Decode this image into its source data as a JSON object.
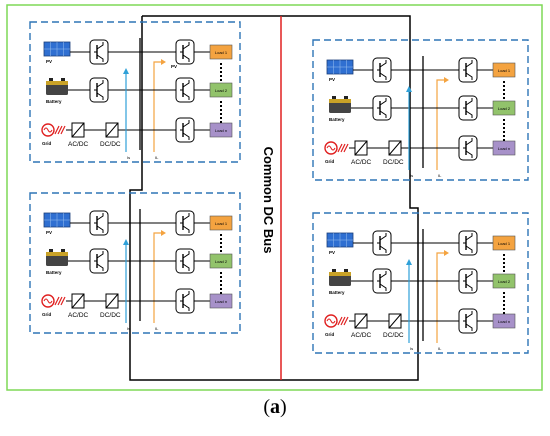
{
  "figure": {
    "bus_label": "Common DC Bus",
    "caption_open": "(",
    "caption_letter": "a",
    "caption_close": ")",
    "colors": {
      "outer_border": "#7ed957",
      "cluster_border": "#2e75b6",
      "bus_divider": "#e02020",
      "load_1": "#f4a340",
      "load_2": "#92c36b",
      "load_n": "#a791c9",
      "current_source": "#2fa0d8",
      "current_load": "#f4a340",
      "grid_symbol": "#e02020",
      "pv_panel": "#2f6fd1",
      "battery": "#444444"
    }
  },
  "clusters": [
    {
      "pv_label": "PV",
      "pv_label_bus": "PV",
      "battery_label": "Battery",
      "grid_label": "Grid",
      "acdc_label": "AC/DC",
      "dcdc_label": "DC/DC",
      "current_source_label": "Is",
      "current_load_label": "IL",
      "loads": [
        "Load 1",
        "Load 2",
        "Load n"
      ]
    },
    {
      "pv_label": "PV",
      "pv_label_bus": "",
      "battery_label": "Battery",
      "grid_label": "Grid",
      "acdc_label": "AC/DC",
      "dcdc_label": "DC/DC",
      "current_source_label": "Is",
      "current_load_label": "IL",
      "loads": [
        "Load 1",
        "Load 2",
        "Load n"
      ]
    },
    {
      "pv_label": "PV",
      "pv_label_bus": "",
      "battery_label": "Battery",
      "grid_label": "Grid",
      "acdc_label": "AC/DC",
      "dcdc_label": "DC/DC",
      "current_source_label": "Is",
      "current_load_label": "IL",
      "loads": [
        "Load 1",
        "Load 2",
        "Load n"
      ]
    },
    {
      "pv_label": "PV",
      "pv_label_bus": "",
      "battery_label": "Battery",
      "grid_label": "Grid",
      "acdc_label": "AC/DC",
      "dcdc_label": "DC/DC",
      "current_source_label": "Is",
      "current_load_label": "IL",
      "loads": [
        "Load 1",
        "Load 2",
        "Load n"
      ]
    }
  ]
}
